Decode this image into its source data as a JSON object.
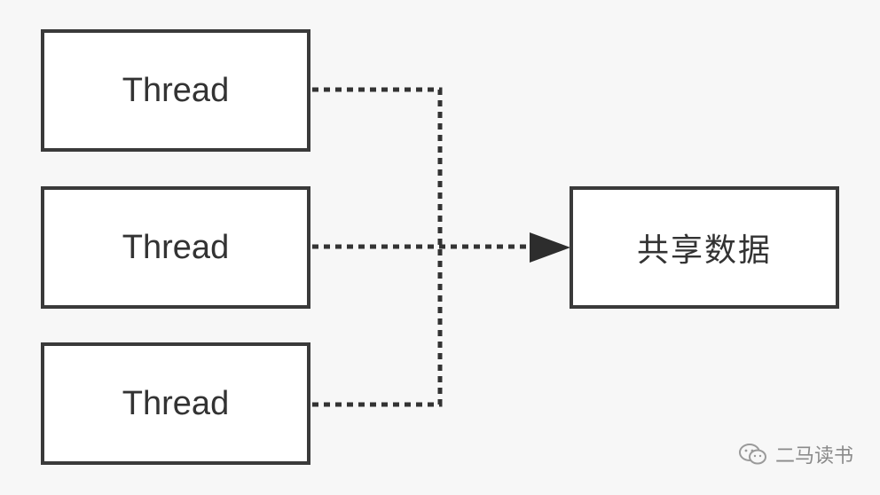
{
  "threads": [
    {
      "label": "Thread"
    },
    {
      "label": "Thread"
    },
    {
      "label": "Thread"
    }
  ],
  "target": {
    "label": "共享数据"
  },
  "watermark": {
    "text": "二马读书",
    "icon": "wechat-icon"
  }
}
